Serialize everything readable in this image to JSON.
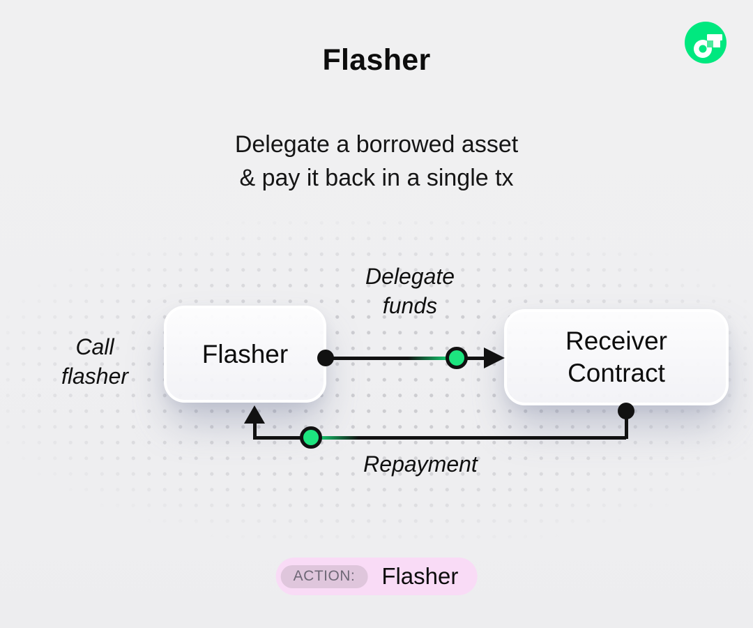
{
  "header": {
    "title": "Flasher",
    "subtitle_line1": "Delegate a borrowed asset",
    "subtitle_line2": "& pay it back in a single tx"
  },
  "logo": {
    "icon": "flow-logo-icon",
    "circle_green": "#00E87F",
    "accent_square_green": "#4DE99D"
  },
  "diagram": {
    "nodes": [
      {
        "id": "flasher",
        "label": "Flasher"
      },
      {
        "id": "receiver",
        "label_line1": "Receiver",
        "label_line2": "Contract"
      }
    ],
    "edges": [
      {
        "id": "delegate",
        "label_line1": "Delegate",
        "label_line2": "funds",
        "direction": "flasher-to-receiver"
      },
      {
        "id": "repayment",
        "label": "Repayment",
        "direction": "receiver-to-flasher"
      }
    ],
    "side_label_line1": "Call",
    "side_label_line2": "flasher",
    "line_color": "#111111",
    "marker_green": "#1DE57F"
  },
  "footer": {
    "action_label": "ACTION:",
    "action_value": "Flasher",
    "pill_bg": "#F9DBF6",
    "chip_bg": "#DFC6DC"
  }
}
